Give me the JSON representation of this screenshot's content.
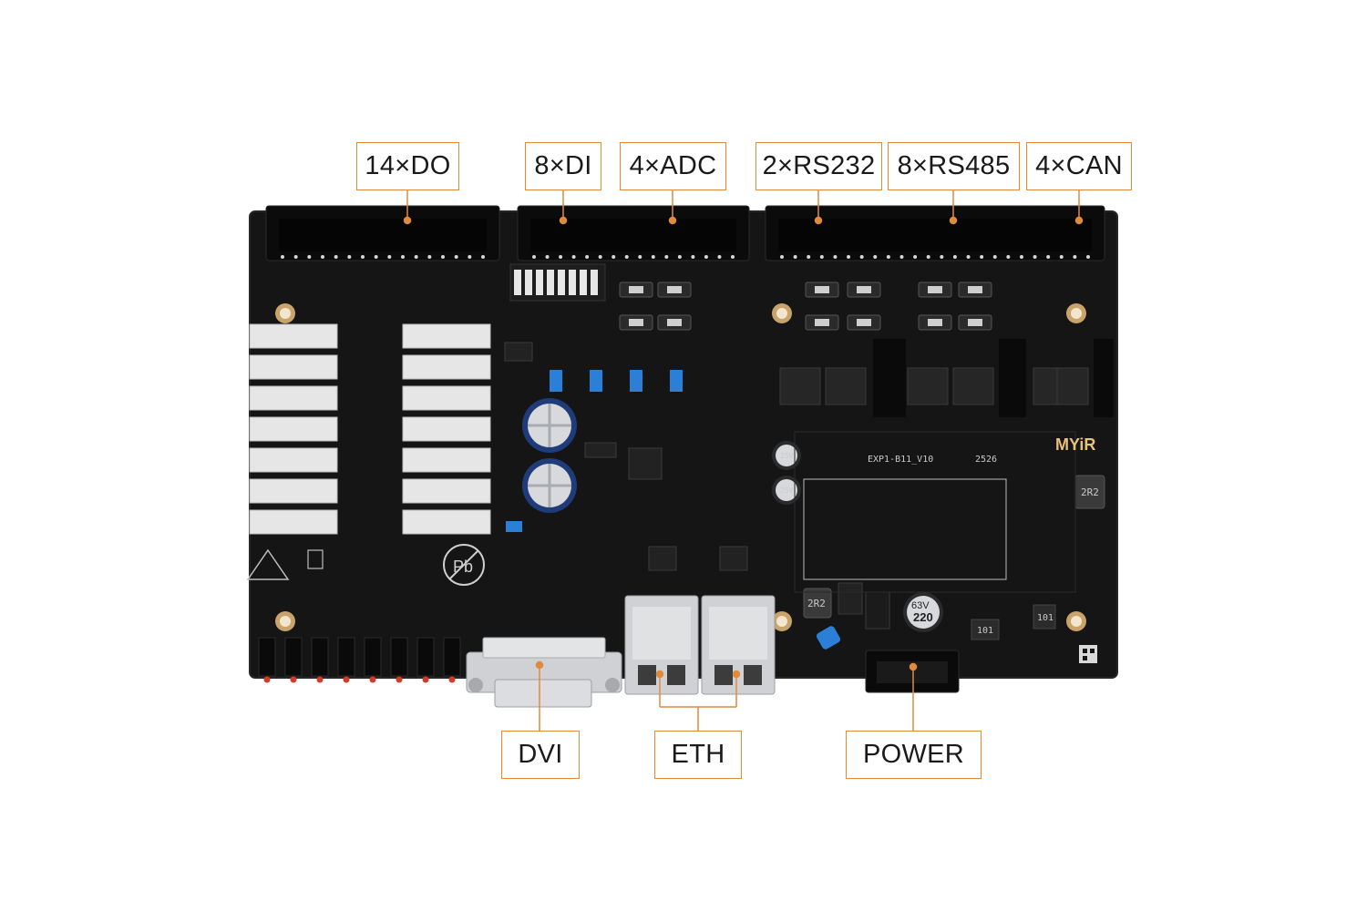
{
  "callouts": {
    "do": "14×DO",
    "di": "8×DI",
    "adc": "4×ADC",
    "rs232": "2×RS232",
    "rs485": "8×RS485",
    "can": "4×CAN",
    "dvi": "DVI",
    "eth": "ETH",
    "power": "POWER"
  },
  "board": {
    "model": "EXP1-B11_V10",
    "date_code": "2526",
    "brand": "MYiR",
    "inductor_top": "2R2",
    "inductor_mid": "2R2",
    "cap_large": "220",
    "cap_large_rating": "63V",
    "cap_small_top": "25V",
    "cap_small_bottom": "25V",
    "resistor_a": "101",
    "resistor_b": "101"
  },
  "colors": {
    "accent": "#e08a3c",
    "pcb": "#141414",
    "connector": "#0a0a0a",
    "relay": "#e6e6e6",
    "jumper": "#2c7fd6",
    "led": "#d43a2a"
  }
}
